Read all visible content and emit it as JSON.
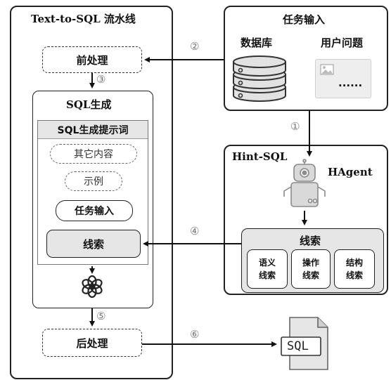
{
  "pipeline": {
    "title": "Text-to-SQL 流水线"
  },
  "preprocess": {
    "label": "前处理"
  },
  "sqlgen": {
    "title": "SQL生成",
    "prompt_title": "SQL生成提示词",
    "other_content": "其它内容",
    "examples": "示例",
    "task_input": "任务输入",
    "hints": "线索"
  },
  "postprocess": {
    "label": "后处理"
  },
  "task_input_box": {
    "title": "任务输入",
    "database": "数据库",
    "user_question": "用户问题",
    "question_placeholder": "......"
  },
  "hint_sql": {
    "title": "Hint-SQL",
    "agent": "HAgent",
    "hints_title": "线索",
    "hint_types": [
      {
        "line1": "语义",
        "line2": "线索"
      },
      {
        "line1": "操作",
        "line2": "线索"
      },
      {
        "line1": "结构",
        "line2": "线索"
      }
    ]
  },
  "steps": [
    "①",
    "②",
    "③",
    "④",
    "⑤",
    "⑥"
  ],
  "sql_file": {
    "label": "SQL"
  },
  "icons": {
    "database": "database-icon",
    "question": "question-image-icon",
    "robot": "robot-icon",
    "llm": "openai-icon",
    "sql_file": "sql-file-icon"
  }
}
